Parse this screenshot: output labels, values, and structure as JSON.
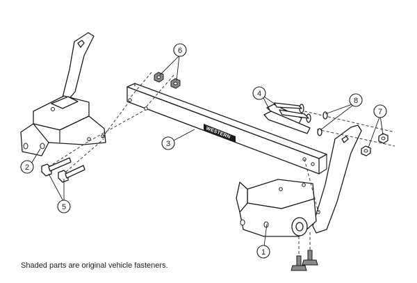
{
  "diagram": {
    "footnote": "Shaded parts are original vehicle fasteners.",
    "brand_label": "WESTERN",
    "callouts": [
      {
        "number": "1"
      },
      {
        "number": "2"
      },
      {
        "number": "3"
      },
      {
        "number": "4"
      },
      {
        "number": "5"
      },
      {
        "number": "6"
      },
      {
        "number": "7"
      },
      {
        "number": "8"
      }
    ]
  }
}
